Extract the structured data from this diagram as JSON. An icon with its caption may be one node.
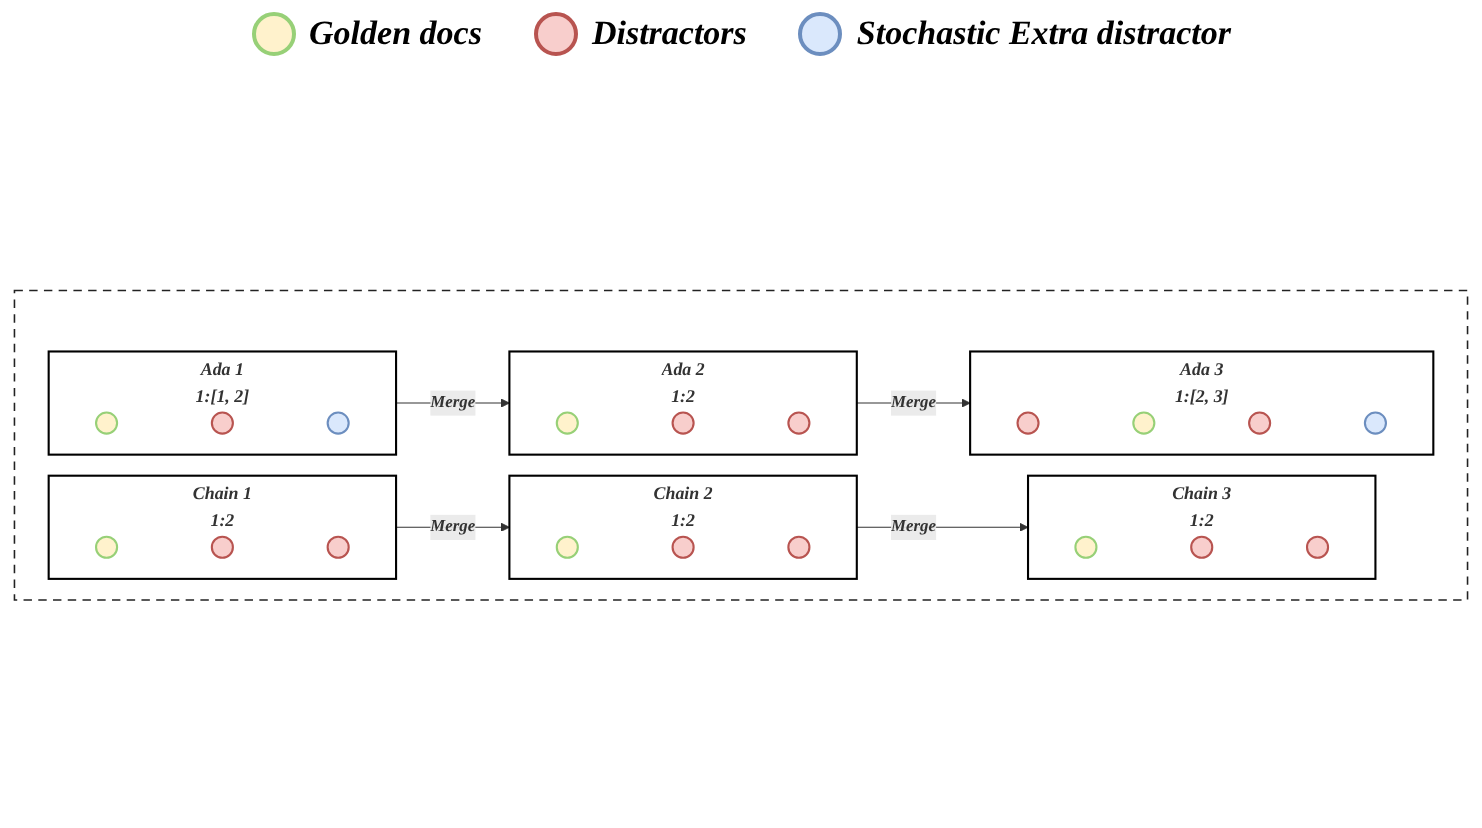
{
  "diagram": {
    "nodes": [
      {
        "text": [],
        "shape": "box"
      },
      {
        "text": [
          "Chain 1",
          "1:2"
        ],
        "in": 0
      },
      {
        "text": [],
        "shape": "circle",
        "in": 1
      },
      {
        "text": [],
        "shape": "circle",
        "in": 1
      },
      {
        "text": [],
        "shape": "circle",
        "in": 1
      },
      {
        "text": [
          "Chain 2",
          "1:2"
        ],
        "in": 0
      },
      {
        "text": [],
        "shape": "circle",
        "in": 5
      },
      {
        "text": [],
        "shape": "circle",
        "in": 5
      },
      {
        "text": [],
        "shape": "circle",
        "in": 5
      },
      {
        "text": [
          "Chain 3",
          "1:2"
        ],
        "in": 0
      },
      {
        "text": [],
        "shape": "circle",
        "in": 9
      },
      {
        "text": [],
        "shape": "circle",
        "in": 9
      },
      {
        "text": [],
        "shape": "circle",
        "in": 9
      },
      {
        "text": [
          "Ada 1",
          "1:[1, 2]"
        ],
        "in": 0
      },
      {
        "text": [],
        "shape": "circle",
        "in": 13
      },
      {
        "text": [],
        "shape": "circle",
        "in": 13
      },
      {
        "text": [],
        "shape": "circle",
        "in": 13
      },
      {
        "text": [
          "Ada 2",
          "1:2"
        ],
        "in": 0
      },
      {
        "text": [],
        "shape": "circle",
        "in": 17
      },
      {
        "text": [],
        "shape": "circle",
        "in": 17
      },
      {
        "text": [],
        "shape": "circle",
        "in": 17
      },
      {
        "text": [
          "Ada 3",
          "1:[2, 3]"
        ],
        "in": 0
      },
      {
        "text": [],
        "shape": "circle",
        "in": 21
      },
      {
        "text": [],
        "shape": "circle",
        "in": 21
      },
      {
        "text": [],
        "shape": "circle",
        "in": 21
      },
      {
        "text": [],
        "shape": "circle",
        "in": 21
      }
    ],
    "edges": [
      {
        "from": 1,
        "to": 5,
        "arrow": "to",
        "label": "Merge"
      },
      {
        "from": 5,
        "to": 9,
        "arrow": "to",
        "label": "Merge"
      },
      {
        "from": 13,
        "to": 17,
        "arrow": "to",
        "label": "Merge"
      },
      {
        "from": 17,
        "to": 21,
        "arrow": "to",
        "label": "Merge"
      }
    ],
    "legend": [
      {
        "text": "Golden docs",
        "color": "#97d077"
      },
      {
        "text": "Distractors",
        "color": "#b85450"
      },
      {
        "text": "Stochastic Extra distractor",
        "color": "#6c8ebf"
      }
    ]
  }
}
